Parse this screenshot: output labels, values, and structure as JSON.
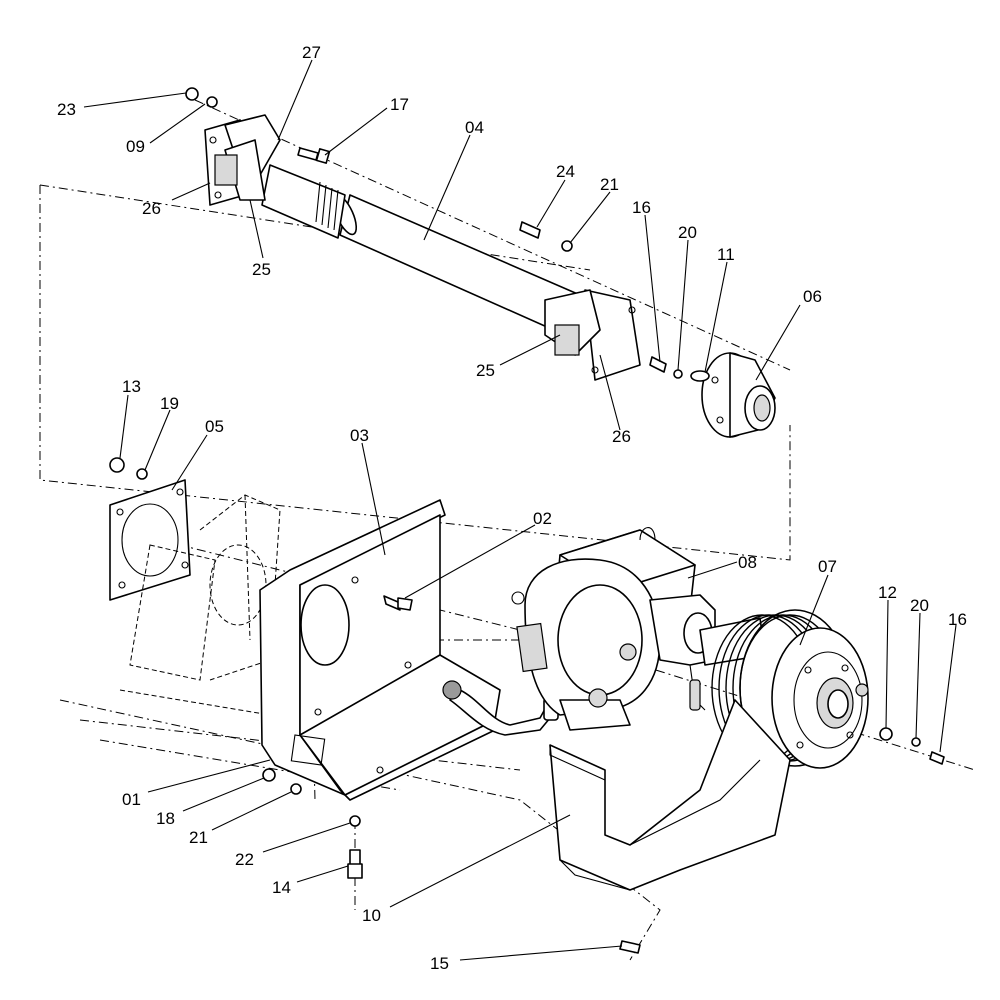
{
  "callouts": [
    {
      "id": "c27",
      "text": "27"
    },
    {
      "id": "c23",
      "text": "23"
    },
    {
      "id": "c17",
      "text": "17"
    },
    {
      "id": "c04",
      "text": "04"
    },
    {
      "id": "c09",
      "text": "09"
    },
    {
      "id": "c24",
      "text": "24"
    },
    {
      "id": "c21a",
      "text": "21"
    },
    {
      "id": "c16a",
      "text": "16"
    },
    {
      "id": "c20a",
      "text": "20"
    },
    {
      "id": "c11",
      "text": "11"
    },
    {
      "id": "c26a",
      "text": "26"
    },
    {
      "id": "c06",
      "text": "06"
    },
    {
      "id": "c25a",
      "text": "25"
    },
    {
      "id": "c25b",
      "text": "25"
    },
    {
      "id": "c13",
      "text": "13"
    },
    {
      "id": "c19",
      "text": "19"
    },
    {
      "id": "c05",
      "text": "05"
    },
    {
      "id": "c03",
      "text": "03"
    },
    {
      "id": "c26b",
      "text": "26"
    },
    {
      "id": "c02",
      "text": "02"
    },
    {
      "id": "c08",
      "text": "08"
    },
    {
      "id": "c07",
      "text": "07"
    },
    {
      "id": "c12",
      "text": "12"
    },
    {
      "id": "c20b",
      "text": "20"
    },
    {
      "id": "c16b",
      "text": "16"
    },
    {
      "id": "c01",
      "text": "01"
    },
    {
      "id": "c18",
      "text": "18"
    },
    {
      "id": "c21b",
      "text": "21"
    },
    {
      "id": "c22",
      "text": "22"
    },
    {
      "id": "c14",
      "text": "14"
    },
    {
      "id": "c10",
      "text": "10"
    },
    {
      "id": "c15",
      "text": "15"
    }
  ]
}
